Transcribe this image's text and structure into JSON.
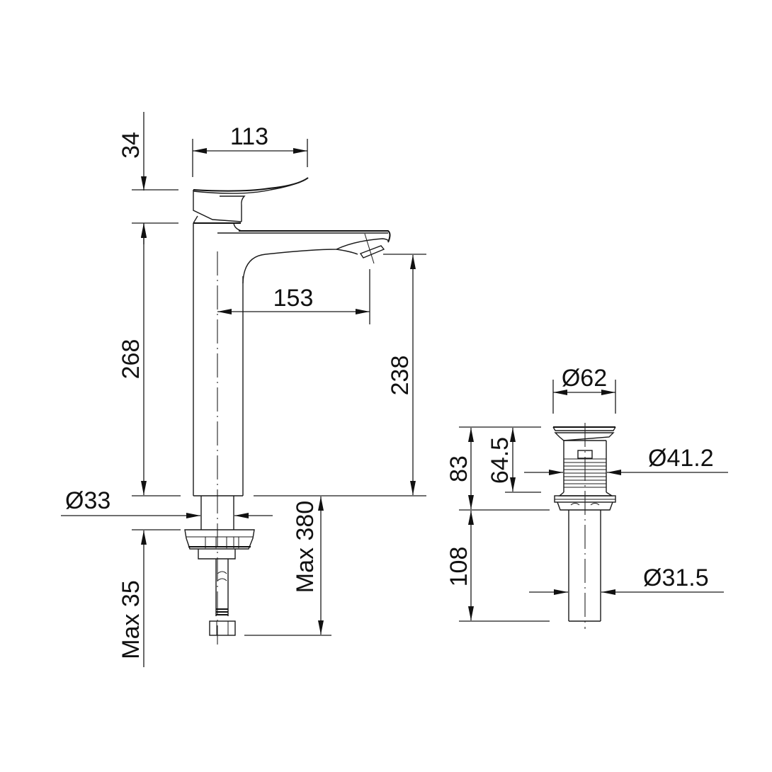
{
  "drawing": {
    "title": "Tall basin mixer and pop-up waste technical drawing",
    "units": "mm",
    "line_color": "#1a1a1a",
    "background": "#ffffff"
  },
  "faucet": {
    "dimensions": {
      "handle_height": "34",
      "handle_length": "113",
      "spout_reach": "153",
      "body_height": "268",
      "spout_outlet_height": "238",
      "body_diameter": "Ø33",
      "max_deck_thickness": "Max 35",
      "max_hose_length": "Max 380"
    }
  },
  "waste": {
    "dimensions": {
      "cap_diameter": "Ø62",
      "total_height": "83",
      "thread_height": "64.5",
      "thread_diameter": "Ø41.2",
      "tail_length": "108",
      "tail_diameter": "Ø31.5"
    }
  }
}
